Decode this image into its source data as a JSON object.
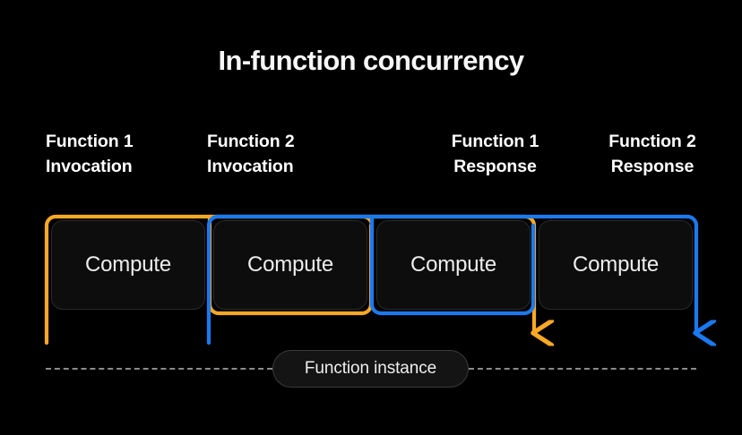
{
  "diagram": {
    "title": "In-function concurrency",
    "background_color": "#000000",
    "colors": {
      "orange": "#F9A825",
      "blue": "#1B79F0",
      "box_fill": "#0d0d0d",
      "box_border": "#2a2a2a",
      "dashed_line": "#8a8a8a",
      "text": "#ffffff"
    },
    "column_labels": [
      {
        "line1": "Function 1",
        "line2": "Invocation",
        "align": "left"
      },
      {
        "line1": "Function 2",
        "line2": "Invocation",
        "align": "left"
      },
      {
        "line1": "Function 1",
        "line2": "Response",
        "align": "center"
      },
      {
        "line1": "Function 2",
        "line2": "Response",
        "align": "center"
      }
    ],
    "compute_boxes": [
      {
        "label": "Compute",
        "bracket_color": "#F9A825"
      },
      {
        "label": "Compute",
        "bracket_color": "#1B79F0"
      },
      {
        "label": "Compute",
        "bracket_color": "#F9A825"
      },
      {
        "label": "Compute",
        "bracket_color": "#1B79F0"
      }
    ],
    "instance_label": "Function instance",
    "arrows": [
      {
        "name": "function-1-response-arrow",
        "color": "#F9A825",
        "direction": "down"
      },
      {
        "name": "function-2-response-arrow",
        "color": "#1B79F0",
        "direction": "down"
      }
    ]
  }
}
